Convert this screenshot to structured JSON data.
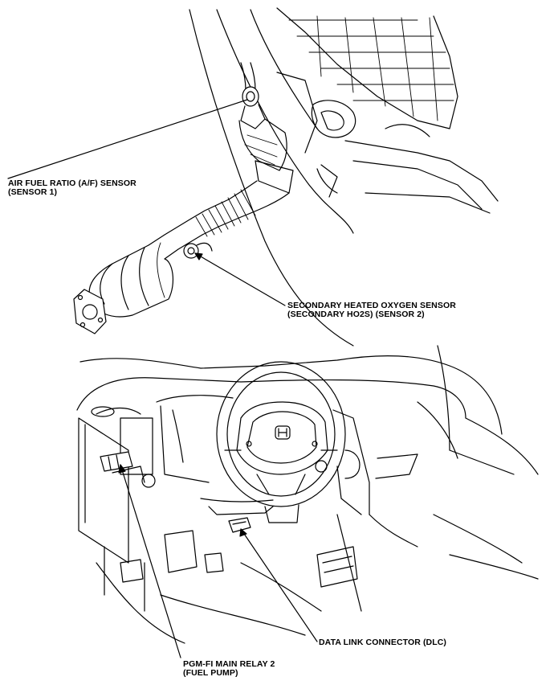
{
  "labels": {
    "af_sensor": {
      "line1": "AIR FUEL RATIO (A/F) SENSOR",
      "line2": "(SENSOR 1)"
    },
    "ho2s": {
      "line1": "SECONDARY HEATED OXYGEN SENSOR",
      "line2": "(SECONDARY HO2S) (SENSOR 2)"
    },
    "dlc": {
      "line1": "DATA LINK CONNECTOR (DLC)"
    },
    "relay": {
      "line1": "PGM-FI MAIN RELAY 2",
      "line2": "(FUEL PUMP)"
    }
  },
  "colors": {
    "ink": "#000000",
    "paper": "#ffffff"
  }
}
